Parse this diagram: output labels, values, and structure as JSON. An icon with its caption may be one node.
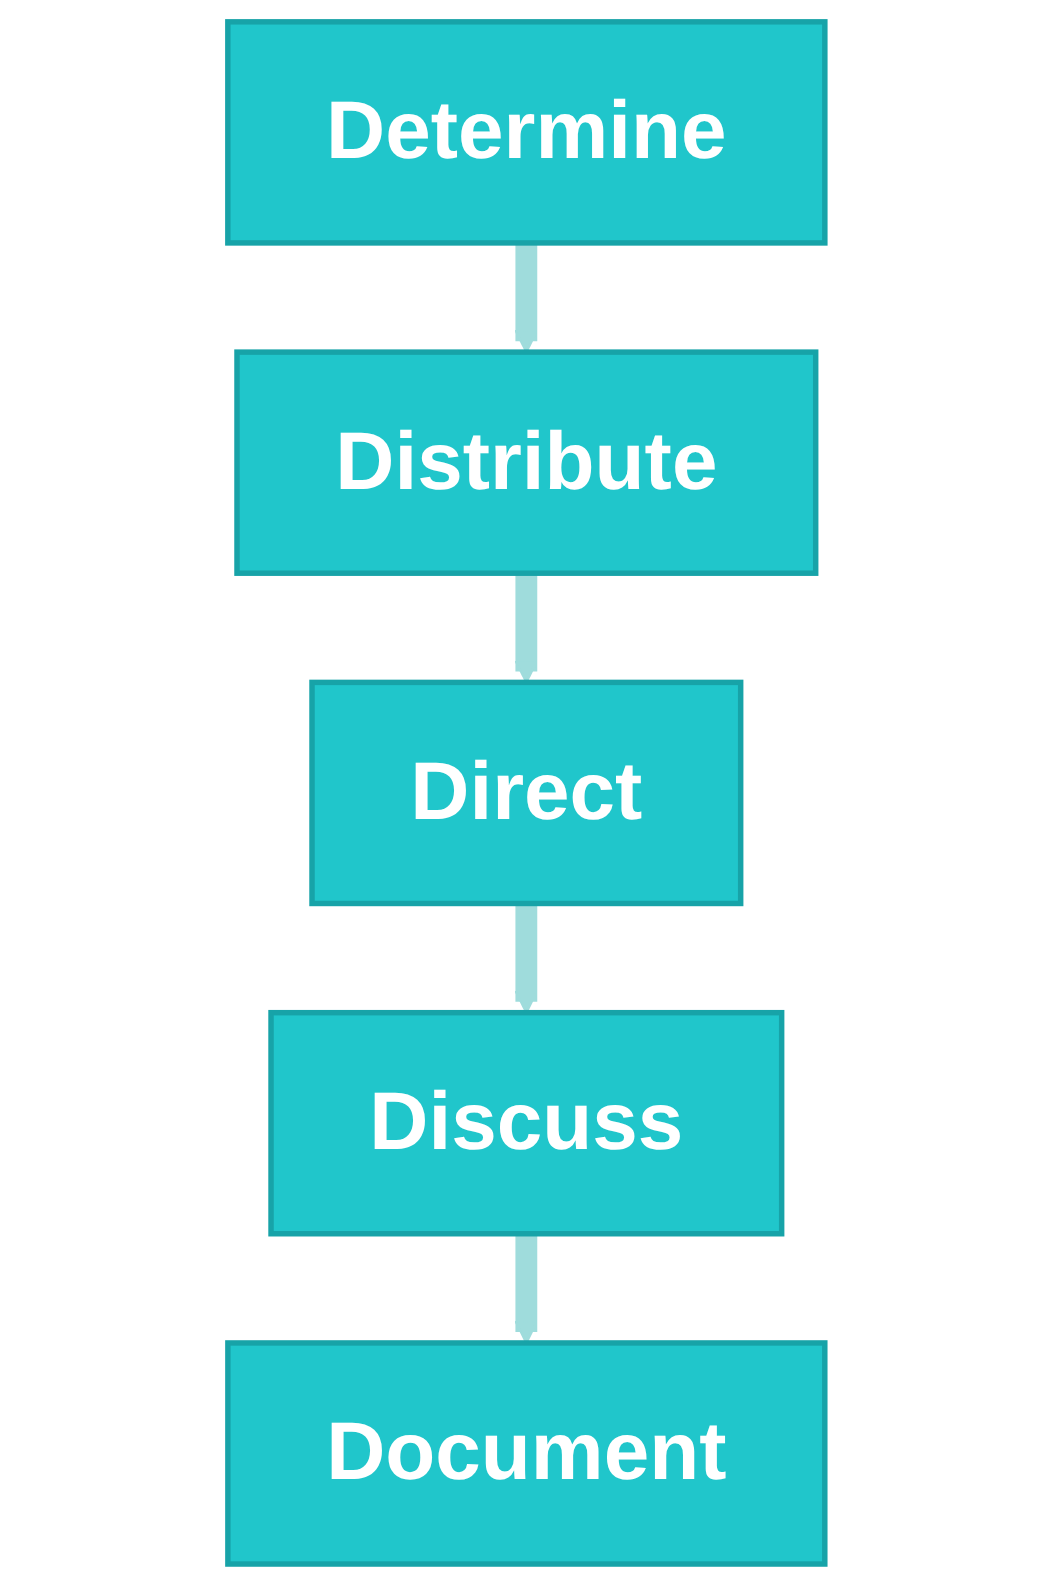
{
  "diagram": {
    "nodes": [
      {
        "text": [
          "Determine"
        ]
      },
      {
        "text": [
          "Distribute"
        ]
      },
      {
        "text": [
          "Direct"
        ]
      },
      {
        "text": [
          "Discuss"
        ]
      },
      {
        "text": [
          "Document"
        ]
      }
    ],
    "edges": [
      {
        "from": 0,
        "to": 1,
        "arrow": "to"
      },
      {
        "from": 1,
        "to": 2,
        "arrow": "to"
      },
      {
        "from": 2,
        "to": 3,
        "arrow": "to"
      },
      {
        "from": 3,
        "to": 4,
        "arrow": "to"
      }
    ]
  }
}
